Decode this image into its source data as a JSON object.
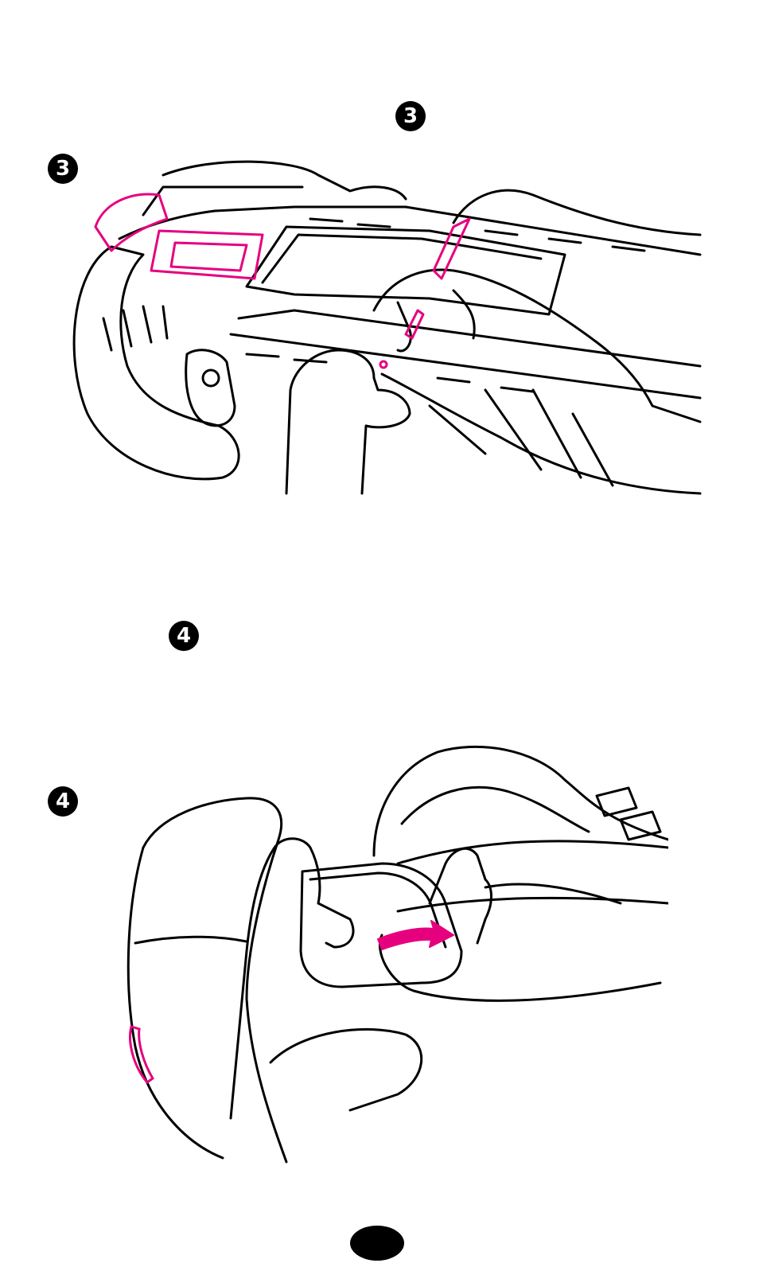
{
  "steps": [
    {
      "number": "3"
    },
    {
      "number": "3"
    },
    {
      "number": "4"
    },
    {
      "number": "4"
    }
  ],
  "colors": {
    "ink": "#000000",
    "accent": "#e6007e",
    "paper": "#ffffff"
  }
}
